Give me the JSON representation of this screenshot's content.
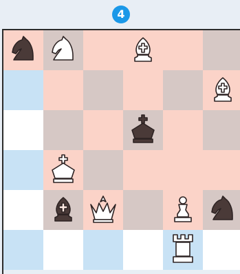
{
  "header": {
    "move_number": "4",
    "badge_color": "#1a98e8"
  },
  "board": {
    "rows": 6,
    "cols": 6,
    "cells": [
      [
        {
          "bg": "pink",
          "piece": "knight",
          "color": "black"
        },
        {
          "bg": "grey",
          "piece": "knight",
          "color": "white"
        },
        {
          "bg": "pink",
          "piece": null
        },
        {
          "bg": "pink",
          "piece": "bishop",
          "color": "white"
        },
        {
          "bg": "pink",
          "piece": null
        },
        {
          "bg": "grey",
          "piece": null
        }
      ],
      [
        {
          "bg": "blue",
          "piece": null
        },
        {
          "bg": "pink",
          "piece": null
        },
        {
          "bg": "grey",
          "piece": null
        },
        {
          "bg": "pink",
          "piece": null
        },
        {
          "bg": "grey",
          "piece": null
        },
        {
          "bg": "pink",
          "piece": "bishop",
          "color": "white"
        }
      ],
      [
        {
          "bg": "white",
          "piece": null
        },
        {
          "bg": "grey",
          "piece": null
        },
        {
          "bg": "pink",
          "piece": null
        },
        {
          "bg": "grey",
          "piece": "king",
          "color": "black"
        },
        {
          "bg": "pink",
          "piece": null
        },
        {
          "bg": "grey",
          "piece": null
        }
      ],
      [
        {
          "bg": "blue",
          "piece": null
        },
        {
          "bg": "pink",
          "piece": "king",
          "color": "white"
        },
        {
          "bg": "grey",
          "piece": null
        },
        {
          "bg": "pink",
          "piece": null
        },
        {
          "bg": "pink",
          "piece": null
        },
        {
          "bg": "pink",
          "piece": null
        }
      ],
      [
        {
          "bg": "white",
          "piece": null
        },
        {
          "bg": "grey",
          "piece": "bishop",
          "color": "black"
        },
        {
          "bg": "pink",
          "piece": "queen",
          "color": "white"
        },
        {
          "bg": "grey",
          "piece": null
        },
        {
          "bg": "pink",
          "piece": "pawn",
          "color": "white"
        },
        {
          "bg": "grey",
          "piece": "knight",
          "color": "black"
        }
      ],
      [
        {
          "bg": "blue",
          "piece": null
        },
        {
          "bg": "white",
          "piece": null
        },
        {
          "bg": "blue",
          "piece": null
        },
        {
          "bg": "white",
          "piece": null
        },
        {
          "bg": "blue",
          "piece": "rook",
          "color": "white"
        },
        {
          "bg": "white",
          "piece": null
        }
      ]
    ]
  }
}
